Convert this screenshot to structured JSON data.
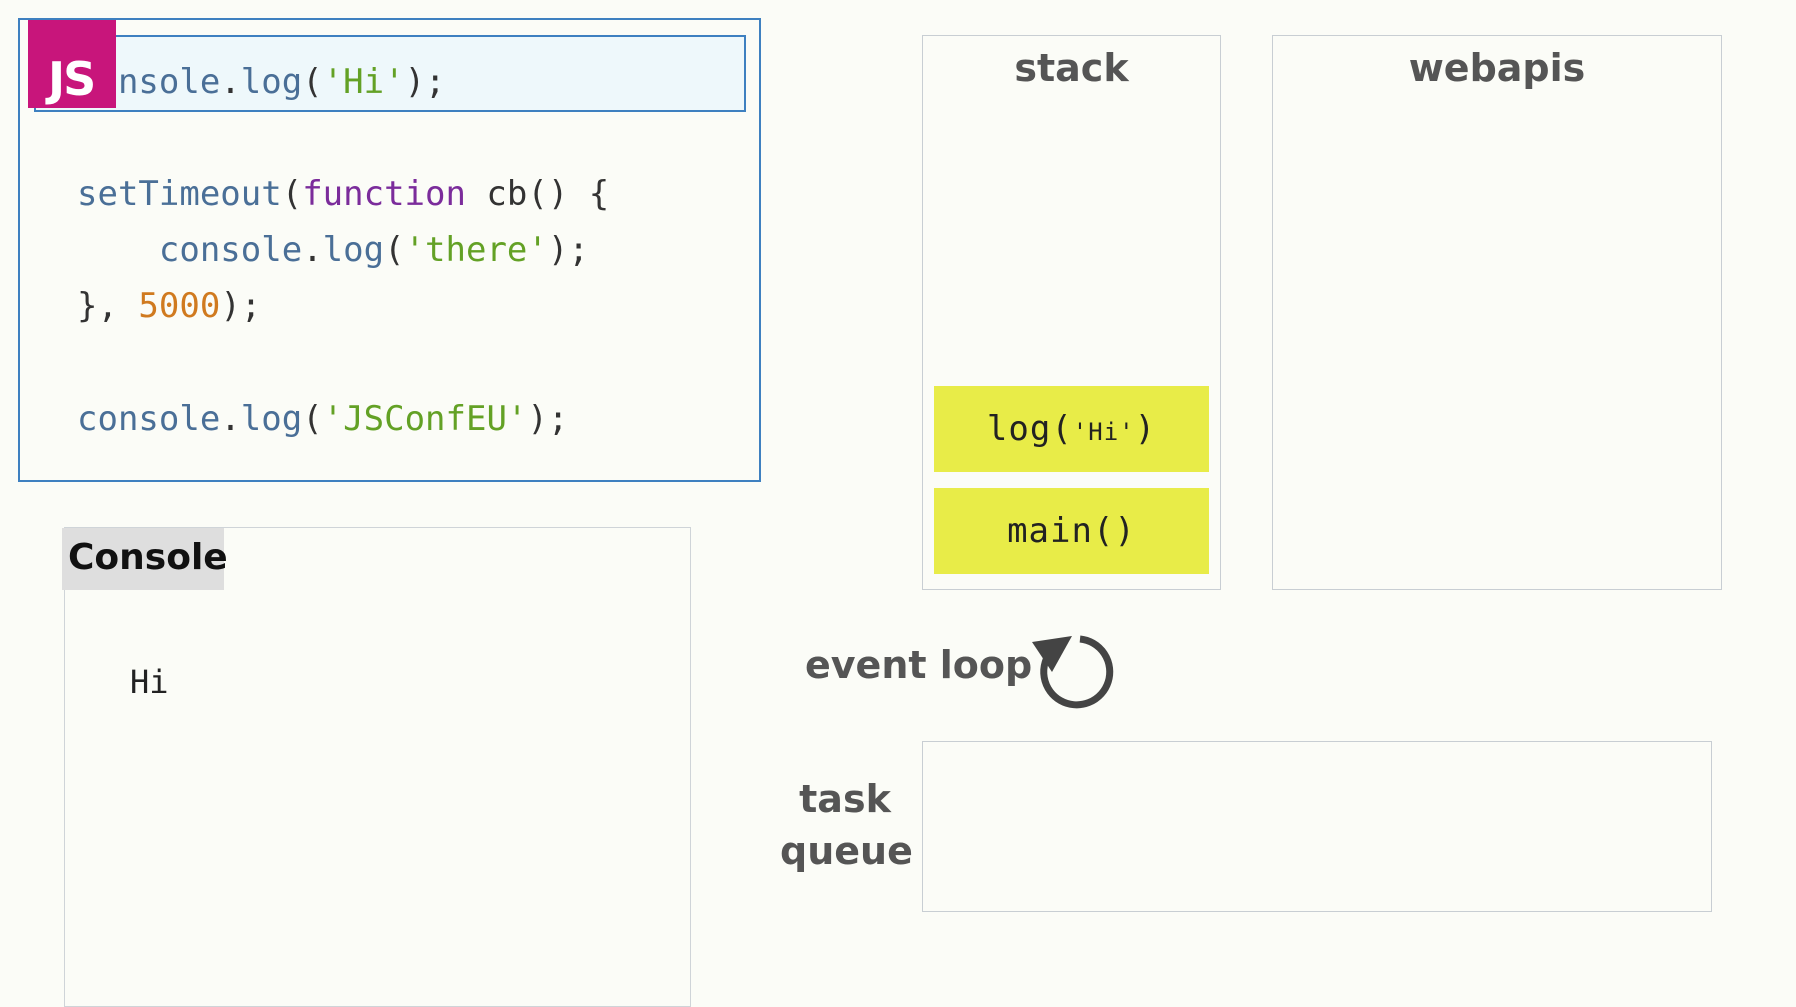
{
  "logo": {
    "text": "JS"
  },
  "code": {
    "line1": {
      "ident1": "console",
      "dot": ".",
      "ident2": "log",
      "open": "(",
      "str": "'Hi'",
      "close": ");"
    },
    "line2": {
      "ident": "setTimeout",
      "open": "(",
      "kw": "function",
      "rest": " cb() {"
    },
    "line3": {
      "indent": "    ",
      "ident1": "console",
      "dot": ".",
      "ident2": "log",
      "open": "(",
      "str": "'there'",
      "close": ");"
    },
    "line4": {
      "start": "}, ",
      "num": "5000",
      "close": ");"
    },
    "line5": {
      "ident1": "console",
      "dot": ".",
      "ident2": "log",
      "open": "(",
      "str": "'JSConfEU'",
      "close": ");"
    }
  },
  "console": {
    "title": "Console",
    "output": [
      "Hi"
    ]
  },
  "stack": {
    "title": "stack",
    "frames": [
      {
        "name": "log(",
        "arg": "'Hi'",
        "end": ")"
      },
      {
        "name": "main()"
      }
    ]
  },
  "webapis": {
    "title": "webapis"
  },
  "event_loop": {
    "label": "event loop",
    "icon": "refresh-arrow-icon"
  },
  "task_queue": {
    "label_line1": "task",
    "label_line2": "queue"
  },
  "colors": {
    "accent_border": "#3e80c0",
    "logo_bg": "#c8157b",
    "frame_bg": "#e8ec48"
  }
}
